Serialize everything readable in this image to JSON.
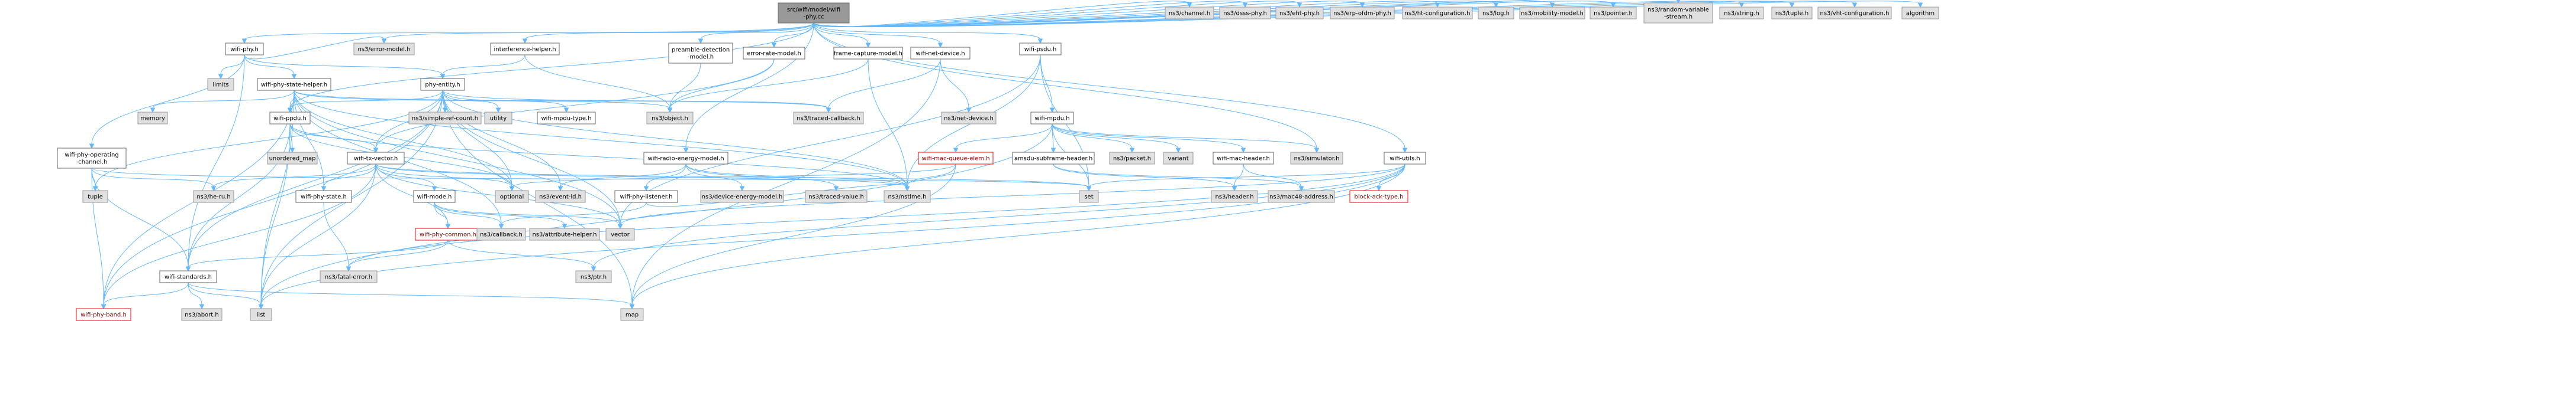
{
  "graph": {
    "nodes": [
      {
        "id": "root",
        "label": [
          "src/wifi/model/wifi",
          "-phy.cc"
        ],
        "kind": "root"
      },
      {
        "id": "wifi-phy.h",
        "label": [
          "wifi-phy.h"
        ],
        "kind": "file"
      },
      {
        "id": "interference-helper.h",
        "label": [
          "interference-helper.h"
        ],
        "kind": "file"
      },
      {
        "id": "ns3/error-model.h",
        "label": [
          "ns3/error-model.h"
        ],
        "kind": "ext"
      },
      {
        "id": "preamble-detection-model.h",
        "label": [
          "preamble-detection",
          "-model.h"
        ],
        "kind": "file"
      },
      {
        "id": "error-rate-model.h",
        "label": [
          "error-rate-model.h"
        ],
        "kind": "file"
      },
      {
        "id": "frame-capture-model.h",
        "label": [
          "frame-capture-model.h"
        ],
        "kind": "file"
      },
      {
        "id": "wifi-net-device.h",
        "label": [
          "wifi-net-device.h"
        ],
        "kind": "file"
      },
      {
        "id": "wifi-psdu.h",
        "label": [
          "wifi-psdu.h"
        ],
        "kind": "file"
      },
      {
        "id": "ns3/channel.h",
        "label": [
          "ns3/channel.h"
        ],
        "kind": "ext"
      },
      {
        "id": "ns3/dsss-phy.h",
        "label": [
          "ns3/dsss-phy.h"
        ],
        "kind": "ext"
      },
      {
        "id": "ns3/eht-phy.h",
        "label": [
          "ns3/eht-phy.h"
        ],
        "kind": "ext"
      },
      {
        "id": "ns3/erp-ofdm-phy.h",
        "label": [
          "ns3/erp-ofdm-phy.h"
        ],
        "kind": "ext"
      },
      {
        "id": "ns3/ht-configuration.h",
        "label": [
          "ns3/ht-configuration.h"
        ],
        "kind": "ext"
      },
      {
        "id": "ns3/log.h",
        "label": [
          "ns3/log.h"
        ],
        "kind": "ext"
      },
      {
        "id": "ns3/mobility-model.h",
        "label": [
          "ns3/mobility-model.h"
        ],
        "kind": "ext"
      },
      {
        "id": "ns3/pointer.h",
        "label": [
          "ns3/pointer.h"
        ],
        "kind": "ext"
      },
      {
        "id": "ns3/random-variable-stream.h",
        "label": [
          "ns3/random-variable",
          "-stream.h"
        ],
        "kind": "ext"
      },
      {
        "id": "ns3/string.h",
        "label": [
          "ns3/string.h"
        ],
        "kind": "ext"
      },
      {
        "id": "ns3/tuple.h",
        "label": [
          "ns3/tuple.h"
        ],
        "kind": "ext"
      },
      {
        "id": "ns3/vht-configuration.h",
        "label": [
          "ns3/vht-configuration.h"
        ],
        "kind": "ext"
      },
      {
        "id": "algorithm",
        "label": [
          "algorithm"
        ],
        "kind": "ext"
      },
      {
        "id": "limits",
        "label": [
          "limits"
        ],
        "kind": "ext"
      },
      {
        "id": "wifi-phy-state-helper.h",
        "label": [
          "wifi-phy-state-helper.h"
        ],
        "kind": "file"
      },
      {
        "id": "phy-entity.h",
        "label": [
          "phy-entity.h"
        ],
        "kind": "file"
      },
      {
        "id": "memory",
        "label": [
          "memory"
        ],
        "kind": "ext"
      },
      {
        "id": "wifi-ppdu.h",
        "label": [
          "wifi-ppdu.h"
        ],
        "kind": "file"
      },
      {
        "id": "ns3/simple-ref-count.h",
        "label": [
          "ns3/simple-ref-count.h"
        ],
        "kind": "ext"
      },
      {
        "id": "utility",
        "label": [
          "utility"
        ],
        "kind": "ext"
      },
      {
        "id": "wifi-mpdu-type.h",
        "label": [
          "wifi-mpdu-type.h"
        ],
        "kind": "file"
      },
      {
        "id": "ns3/object.h",
        "label": [
          "ns3/object.h"
        ],
        "kind": "ext"
      },
      {
        "id": "ns3/traced-callback.h",
        "label": [
          "ns3/traced-callback.h"
        ],
        "kind": "ext"
      },
      {
        "id": "ns3/net-device.h",
        "label": [
          "ns3/net-device.h"
        ],
        "kind": "ext"
      },
      {
        "id": "wifi-mpdu.h",
        "label": [
          "wifi-mpdu.h"
        ],
        "kind": "file"
      },
      {
        "id": "wifi-phy-operating-channel.h",
        "label": [
          "wifi-phy-operating",
          "-channel.h"
        ],
        "kind": "file"
      },
      {
        "id": "tuple",
        "label": [
          "tuple"
        ],
        "kind": "ext"
      },
      {
        "id": "unordered_map",
        "label": [
          "unordered_map"
        ],
        "kind": "ext"
      },
      {
        "id": "wifi-tx-vector.h",
        "label": [
          "wifi-tx-vector.h"
        ],
        "kind": "file"
      },
      {
        "id": "wifi-radio-energy-model.h",
        "label": [
          "wifi-radio-energy-model.h"
        ],
        "kind": "file"
      },
      {
        "id": "wifi-mac-queue-elem.h",
        "label": [
          "wifi-mac-queue-elem.h"
        ],
        "kind": "warn"
      },
      {
        "id": "amsdu-subframe-header.h",
        "label": [
          "amsdu-subframe-header.h"
        ],
        "kind": "file"
      },
      {
        "id": "ns3/packet.h",
        "label": [
          "ns3/packet.h"
        ],
        "kind": "ext"
      },
      {
        "id": "variant",
        "label": [
          "variant"
        ],
        "kind": "ext"
      },
      {
        "id": "wifi-mac-header.h",
        "label": [
          "wifi-mac-header.h"
        ],
        "kind": "file"
      },
      {
        "id": "ns3/simulator.h",
        "label": [
          "ns3/simulator.h"
        ],
        "kind": "ext"
      },
      {
        "id": "wifi-utils.h",
        "label": [
          "wifi-utils.h"
        ],
        "kind": "file"
      },
      {
        "id": "ns3/he-ru.h",
        "label": [
          "ns3/he-ru.h"
        ],
        "kind": "ext"
      },
      {
        "id": "wifi-phy-state.h",
        "label": [
          "wifi-phy-state.h"
        ],
        "kind": "file"
      },
      {
        "id": "wifi-mode.h",
        "label": [
          "wifi-mode.h"
        ],
        "kind": "file"
      },
      {
        "id": "optional",
        "label": [
          "optional"
        ],
        "kind": "ext"
      },
      {
        "id": "ns3/event-id.h",
        "label": [
          "ns3/event-id.h"
        ],
        "kind": "ext"
      },
      {
        "id": "wifi-phy-listener.h",
        "label": [
          "wifi-phy-listener.h"
        ],
        "kind": "file"
      },
      {
        "id": "ns3/device-energy-model.h",
        "label": [
          "ns3/device-energy-model.h"
        ],
        "kind": "ext"
      },
      {
        "id": "ns3/traced-value.h",
        "label": [
          "ns3/traced-value.h"
        ],
        "kind": "ext"
      },
      {
        "id": "ns3/nstime.h",
        "label": [
          "ns3/nstime.h"
        ],
        "kind": "ext"
      },
      {
        "id": "set",
        "label": [
          "set"
        ],
        "kind": "ext"
      },
      {
        "id": "ns3/header.h",
        "label": [
          "ns3/header.h"
        ],
        "kind": "ext"
      },
      {
        "id": "ns3/mac48-address.h",
        "label": [
          "ns3/mac48-address.h"
        ],
        "kind": "ext"
      },
      {
        "id": "block-ack-type.h",
        "label": [
          "block-ack-type.h"
        ],
        "kind": "warn"
      },
      {
        "id": "wifi-phy-common.h",
        "label": [
          "wifi-phy-common.h"
        ],
        "kind": "warn"
      },
      {
        "id": "ns3/callback.h",
        "label": [
          "ns3/callback.h"
        ],
        "kind": "ext"
      },
      {
        "id": "ns3/attribute-helper.h",
        "label": [
          "ns3/attribute-helper.h"
        ],
        "kind": "ext"
      },
      {
        "id": "vector",
        "label": [
          "vector"
        ],
        "kind": "ext"
      },
      {
        "id": "wifi-standards.h",
        "label": [
          "wifi-standards.h"
        ],
        "kind": "file"
      },
      {
        "id": "ns3/fatal-error.h",
        "label": [
          "ns3/fatal-error.h"
        ],
        "kind": "ext"
      },
      {
        "id": "ns3/ptr.h",
        "label": [
          "ns3/ptr.h"
        ],
        "kind": "ext"
      },
      {
        "id": "wifi-phy-band.h",
        "label": [
          "wifi-phy-band.h"
        ],
        "kind": "warn"
      },
      {
        "id": "ns3/abort.h",
        "label": [
          "ns3/abort.h"
        ],
        "kind": "ext"
      },
      {
        "id": "list",
        "label": [
          "list"
        ],
        "kind": "ext"
      },
      {
        "id": "map",
        "label": [
          "map"
        ],
        "kind": "ext"
      }
    ],
    "edges": [
      [
        "root",
        "wifi-phy.h"
      ],
      [
        "root",
        "interference-helper.h"
      ],
      [
        "root",
        "ns3/error-model.h"
      ],
      [
        "root",
        "preamble-detection-model.h"
      ],
      [
        "root",
        "error-rate-model.h"
      ],
      [
        "root",
        "frame-capture-model.h"
      ],
      [
        "root",
        "wifi-net-device.h"
      ],
      [
        "root",
        "wifi-psdu.h"
      ],
      [
        "root",
        "ns3/channel.h"
      ],
      [
        "root",
        "ns3/dsss-phy.h"
      ],
      [
        "root",
        "ns3/eht-phy.h"
      ],
      [
        "root",
        "ns3/erp-ofdm-phy.h"
      ],
      [
        "root",
        "ns3/ht-configuration.h"
      ],
      [
        "root",
        "ns3/log.h"
      ],
      [
        "root",
        "ns3/mobility-model.h"
      ],
      [
        "root",
        "ns3/pointer.h"
      ],
      [
        "root",
        "ns3/random-variable-stream.h"
      ],
      [
        "root",
        "ns3/string.h"
      ],
      [
        "root",
        "ns3/tuple.h"
      ],
      [
        "root",
        "ns3/vht-configuration.h"
      ],
      [
        "root",
        "algorithm"
      ],
      [
        "root",
        "wifi-ppdu.h"
      ],
      [
        "root",
        "wifi-utils.h"
      ],
      [
        "root",
        "wifi-radio-energy-model.h"
      ],
      [
        "root",
        "ns3/simulator.h"
      ],
      [
        "wifi-phy.h",
        "limits"
      ],
      [
        "wifi-phy.h",
        "wifi-phy-state-helper.h"
      ],
      [
        "wifi-phy.h",
        "phy-entity.h"
      ],
      [
        "wifi-phy.h",
        "ns3/error-model.h"
      ],
      [
        "wifi-phy.h",
        "wifi-phy-operating-channel.h"
      ],
      [
        "wifi-phy.h",
        "wifi-standards.h"
      ],
      [
        "interference-helper.h",
        "phy-entity.h"
      ],
      [
        "interference-helper.h",
        "ns3/object.h"
      ],
      [
        "preamble-detection-model.h",
        "ns3/object.h"
      ],
      [
        "error-rate-model.h",
        "ns3/object.h"
      ],
      [
        "error-rate-model.h",
        "wifi-tx-vector.h"
      ],
      [
        "frame-capture-model.h",
        "ns3/object.h"
      ],
      [
        "frame-capture-model.h",
        "ns3/nstime.h"
      ],
      [
        "wifi-net-device.h",
        "ns3/net-device.h"
      ],
      [
        "wifi-net-device.h",
        "ns3/traced-callback.h"
      ],
      [
        "wifi-net-device.h",
        "map"
      ],
      [
        "wifi-psdu.h",
        "wifi-mpdu.h"
      ],
      [
        "wifi-psdu.h",
        "ns3/nstime.h"
      ],
      [
        "wifi-psdu.h",
        "set"
      ],
      [
        "wifi-psdu.h",
        "vector"
      ],
      [
        "wifi-phy-state-helper.h",
        "memory"
      ],
      [
        "wifi-phy-state-helper.h",
        "wifi-ppdu.h"
      ],
      [
        "wifi-phy-state-helper.h",
        "wifi-phy-state.h"
      ],
      [
        "wifi-phy-state-helper.h",
        "ns3/object.h"
      ],
      [
        "wifi-phy-state-helper.h",
        "ns3/traced-callback.h"
      ],
      [
        "wifi-phy-state-helper.h",
        "ns3/nstime.h"
      ],
      [
        "wifi-phy-state-helper.h",
        "ns3/callback.h"
      ],
      [
        "wifi-phy-state-helper.h",
        "optional"
      ],
      [
        "wifi-phy-state-helper.h",
        "list"
      ],
      [
        "wifi-phy-state-helper.h",
        "vector"
      ],
      [
        "wifi-phy-state-helper.h",
        "wifi-phy-band.h"
      ],
      [
        "phy-entity.h",
        "wifi-ppdu.h"
      ],
      [
        "phy-entity.h",
        "ns3/simple-ref-count.h"
      ],
      [
        "phy-entity.h",
        "utility"
      ],
      [
        "phy-entity.h",
        "wifi-mpdu-type.h"
      ],
      [
        "phy-entity.h",
        "ns3/traced-callback.h"
      ],
      [
        "phy-entity.h",
        "wifi-tx-vector.h"
      ],
      [
        "phy-entity.h",
        "ns3/event-id.h"
      ],
      [
        "phy-entity.h",
        "ns3/nstime.h"
      ],
      [
        "phy-entity.h",
        "optional"
      ],
      [
        "phy-entity.h",
        "tuple"
      ],
      [
        "phy-entity.h",
        "list"
      ],
      [
        "phy-entity.h",
        "map"
      ],
      [
        "phy-entity.h",
        "wifi-phy-band.h"
      ],
      [
        "phy-entity.h",
        "wifi-standards.h"
      ],
      [
        "phy-entity.h",
        "vector"
      ],
      [
        "wifi-ppdu.h",
        "unordered_map"
      ],
      [
        "wifi-ppdu.h",
        "wifi-tx-vector.h"
      ],
      [
        "wifi-ppdu.h",
        "ns3/nstime.h"
      ],
      [
        "wifi-ppdu.h",
        "list"
      ],
      [
        "wifi-ppdu.h",
        "optional"
      ],
      [
        "wifi-ppdu.h",
        "wifi-standards.h"
      ],
      [
        "wifi-mpdu.h",
        "wifi-mac-queue-elem.h"
      ],
      [
        "wifi-mpdu.h",
        "amsdu-subframe-header.h"
      ],
      [
        "wifi-mpdu.h",
        "ns3/packet.h"
      ],
      [
        "wifi-mpdu.h",
        "variant"
      ],
      [
        "wifi-mpdu.h",
        "wifi-mac-header.h"
      ],
      [
        "wifi-mpdu.h",
        "ns3/simulator.h"
      ],
      [
        "wifi-mpdu.h",
        "set"
      ],
      [
        "wifi-mpdu.h",
        "list"
      ],
      [
        "wifi-phy-operating-channel.h",
        "ns3/he-ru.h"
      ],
      [
        "wifi-phy-operating-channel.h",
        "set"
      ],
      [
        "wifi-phy-operating-channel.h",
        "tuple"
      ],
      [
        "wifi-phy-operating-channel.h",
        "wifi-standards.h"
      ],
      [
        "wifi-phy-operating-channel.h",
        "wifi-phy-band.h"
      ],
      [
        "wifi-tx-vector.h",
        "ns3/he-ru.h"
      ],
      [
        "wifi-tx-vector.h",
        "wifi-phy-state.h"
      ],
      [
        "wifi-tx-vector.h",
        "wifi-mode.h"
      ],
      [
        "wifi-tx-vector.h",
        "optional"
      ],
      [
        "wifi-tx-vector.h",
        "ns3/nstime.h"
      ],
      [
        "wifi-tx-vector.h",
        "set"
      ],
      [
        "wifi-tx-vector.h",
        "list"
      ],
      [
        "wifi-tx-vector.h",
        "vector"
      ],
      [
        "wifi-tx-vector.h",
        "wifi-phy-common.h"
      ],
      [
        "wifi-tx-vector.h",
        "wifi-phy-band.h"
      ],
      [
        "wifi-radio-energy-model.h",
        "wifi-phy-listener.h"
      ],
      [
        "wifi-radio-energy-model.h",
        "ns3/device-energy-model.h"
      ],
      [
        "wifi-radio-energy-model.h",
        "ns3/traced-value.h"
      ],
      [
        "wifi-radio-energy-model.h",
        "ns3/event-id.h"
      ],
      [
        "wifi-radio-energy-model.h",
        "ns3/nstime.h"
      ],
      [
        "wifi-mac-queue-elem.h",
        "ns3/nstime.h"
      ],
      [
        "wifi-mac-queue-elem.h",
        "map"
      ],
      [
        "wifi-mac-queue-elem.h",
        "optional"
      ],
      [
        "amsdu-subframe-header.h",
        "ns3/header.h"
      ],
      [
        "amsdu-subframe-header.h",
        "ns3/mac48-address.h"
      ],
      [
        "wifi-mac-header.h",
        "ns3/header.h"
      ],
      [
        "wifi-mac-header.h",
        "ns3/mac48-address.h"
      ],
      [
        "wifi-utils.h",
        "block-ack-type.h"
      ],
      [
        "wifi-utils.h",
        "ns3/fatal-error.h"
      ],
      [
        "wifi-utils.h",
        "ns3/ptr.h"
      ],
      [
        "wifi-utils.h",
        "list"
      ],
      [
        "wifi-utils.h",
        "map"
      ],
      [
        "wifi-utils.h",
        "set"
      ],
      [
        "wifi-utils.h",
        "vector"
      ],
      [
        "wifi-phy-state.h",
        "ns3/fatal-error.h"
      ],
      [
        "wifi-mode.h",
        "wifi-phy-common.h"
      ],
      [
        "wifi-mode.h",
        "ns3/attribute-helper.h"
      ],
      [
        "wifi-mode.h",
        "ns3/callback.h"
      ],
      [
        "wifi-mode.h",
        "vector"
      ],
      [
        "wifi-phy-listener.h",
        "ns3/nstime.h"
      ],
      [
        "wifi-phy-listener.h",
        "ns3/callback.h"
      ],
      [
        "wifi-phy-common.h",
        "ns3/fatal-error.h"
      ],
      [
        "wifi-phy-common.h",
        "ns3/ptr.h"
      ],
      [
        "wifi-phy-common.h",
        "wifi-standards.h"
      ],
      [
        "wifi-standards.h",
        "wifi-phy-band.h"
      ],
      [
        "wifi-standards.h",
        "ns3/abort.h"
      ],
      [
        "wifi-standards.h",
        "list"
      ],
      [
        "wifi-standards.h",
        "map"
      ]
    ]
  }
}
